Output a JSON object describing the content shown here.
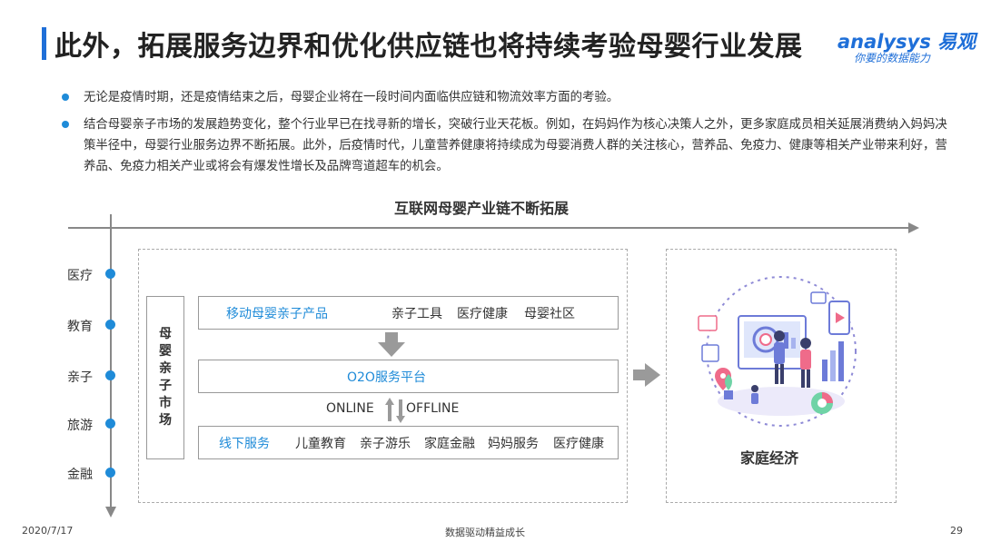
{
  "header": {
    "title": "此外，拓展服务边界和优化供应链也将持续考验母婴行业发展",
    "logo_main": "analysys 易观",
    "logo_sub": "你要的数据能力"
  },
  "bullets": [
    "无论是疫情时期，还是疫情结束之后，母婴企业将在一段时间内面临供应链和物流效率方面的考验。",
    "结合母婴亲子市场的发展趋势变化，整个行业早已在找寻新的增长，突破行业天花板。例如，在妈妈作为核心决策人之外，更多家庭成员相关延展消费纳入妈妈决策半径中，母婴行业服务边界不断拓展。此外，后疫情时代，儿童营养健康将持续成为母婴消费人群的关注核心，营养品、免疫力、健康等相关产业带来利好，营养品、免疫力相关产业或将会有爆发性增长及品牌弯道超车的机会。"
  ],
  "diagram": {
    "title": "互联网母婴产业链不断拓展",
    "categories": [
      "医疗",
      "教育",
      "亲子",
      "旅游",
      "金融"
    ],
    "market_label": "母婴亲子市场",
    "mobile_row": {
      "title": "移动母婴亲子产品",
      "items": [
        "亲子工具",
        "医疗健康",
        "母婴社区"
      ]
    },
    "platform_row": {
      "title": "O2O服务平台"
    },
    "online_label": "ONLINE",
    "offline_label": "OFFLINE",
    "offline_row": {
      "title": "线下服务",
      "items": [
        "儿童教育",
        "亲子游乐",
        "家庭金融",
        "妈妈服务",
        "医疗健康"
      ]
    },
    "family_label": "家庭经济"
  },
  "colors": {
    "accent": "#1f8bd8",
    "title_bar": "#1f6fd8",
    "axis": "#888888"
  },
  "footer": {
    "date": "2020/7/17",
    "slogan": "数据驱动精益成长",
    "page": "29"
  }
}
